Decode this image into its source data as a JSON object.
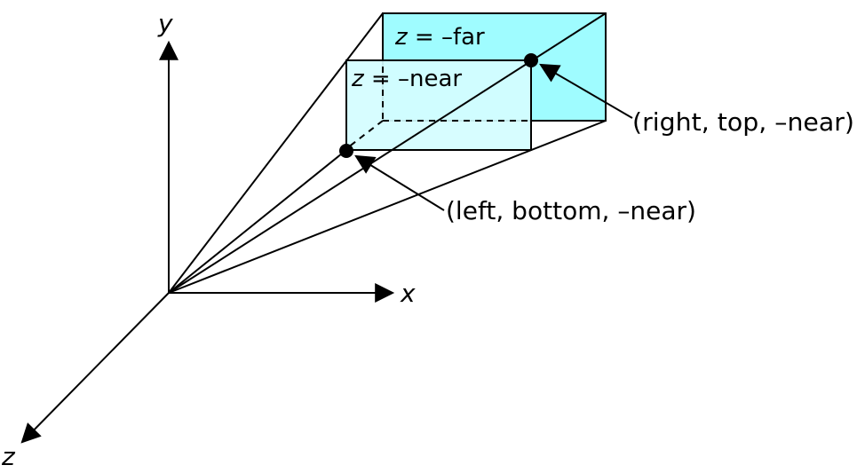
{
  "axes": {
    "x_label": "x",
    "y_label": "y",
    "z_label": "z"
  },
  "planes": {
    "far": {
      "label_var": "z",
      "label_rest": " = –far",
      "fill": "#9ffcff"
    },
    "near": {
      "label_var": "z",
      "label_rest": " = –near",
      "fill": "#d4fdff"
    }
  },
  "points": {
    "right_top": "(right, top, –near)",
    "left_bottom": "(left, bottom, –near)"
  },
  "colors": {
    "line": "#000000",
    "background": "#ffffff"
  }
}
